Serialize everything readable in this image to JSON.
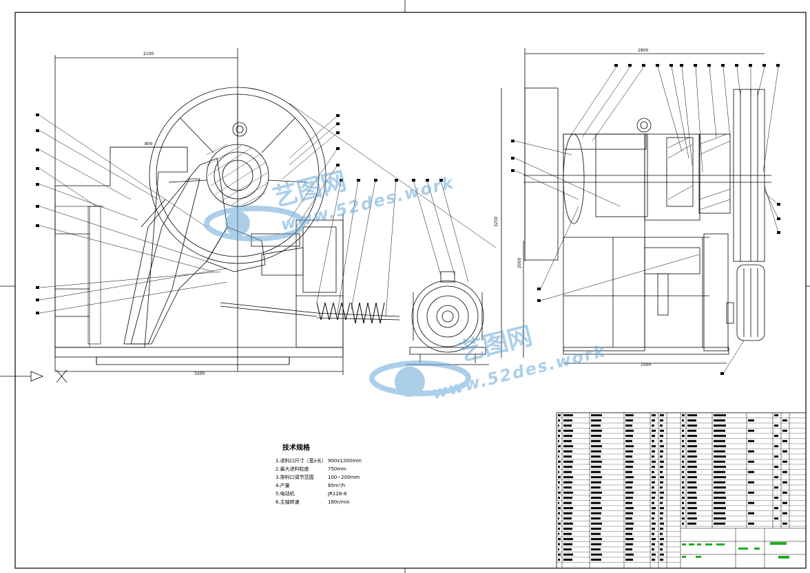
{
  "drawing": {
    "dims": {
      "top_left_width": "2100",
      "left_inner_width": "800",
      "bottom_total": "3200",
      "top_right_width": "2800",
      "right_height_outer": "3250",
      "right_height_inner": "2000",
      "right_bottom": "1500"
    },
    "spec": {
      "title": "技术规格",
      "rows": [
        {
          "label": "1.进料口尺寸（宽x长）",
          "value": "900x1200mm"
        },
        {
          "label": "2.最大进料粒度",
          "value": "750mm"
        },
        {
          "label": "3.排料口调节范围",
          "value": "100~200mm"
        },
        {
          "label": "4.产量",
          "value": "85m³/h"
        },
        {
          "label": "5.电动机",
          "value": "JR128-8"
        },
        {
          "label": "6.主轴转速",
          "value": "180r/min"
        }
      ]
    },
    "watermark": {
      "cn": "艺图网",
      "url": "www.52des.work"
    },
    "colors": {
      "line": "#000000",
      "watermark": "#6aa8d8",
      "titleblock_green": "#22aa22"
    }
  }
}
